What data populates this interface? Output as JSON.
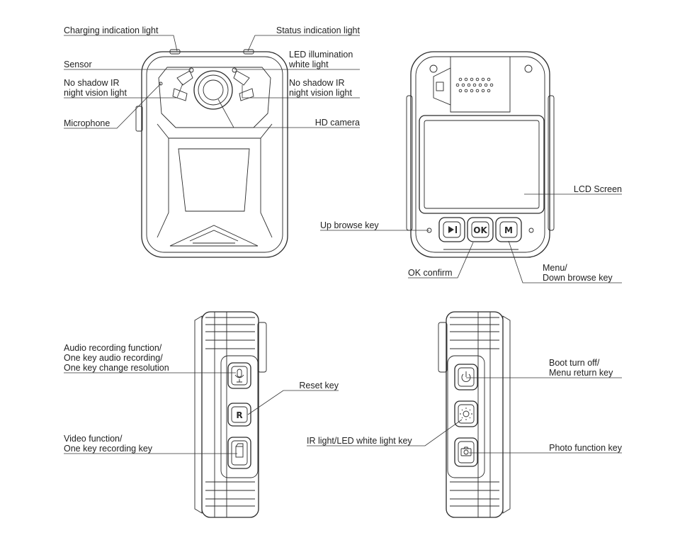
{
  "labels": {
    "charging_light": "Charging indication light",
    "status_light": "Status indication light",
    "sensor": "Sensor",
    "led_light_1": "LED illumination",
    "led_light_2": "white light",
    "ir_left_1": "No shadow IR",
    "ir_left_2": "night vision light",
    "ir_right_1": "No shadow IR",
    "ir_right_2": "night vision light",
    "microphone": "Microphone",
    "hd_camera": "HD camera",
    "lcd_screen": "LCD Screen",
    "up_browse": "Up browse key",
    "ok_confirm": "OK confirm",
    "menu_1": "Menu/",
    "menu_2": "Down browse key",
    "audio_1": "Audio recording function/",
    "audio_2": "One key audio recording/",
    "audio_3": "One key change resolution",
    "reset": "Reset key",
    "video_1": "Video function/",
    "video_2": "One key recording key",
    "boot_1": "Boot turn off/",
    "boot_2": "Menu return key",
    "ir_led": "IR light/LED white light key",
    "photo": "Photo function key"
  },
  "buttons": {
    "ok": "OK",
    "menu": "M",
    "reset": "R"
  }
}
